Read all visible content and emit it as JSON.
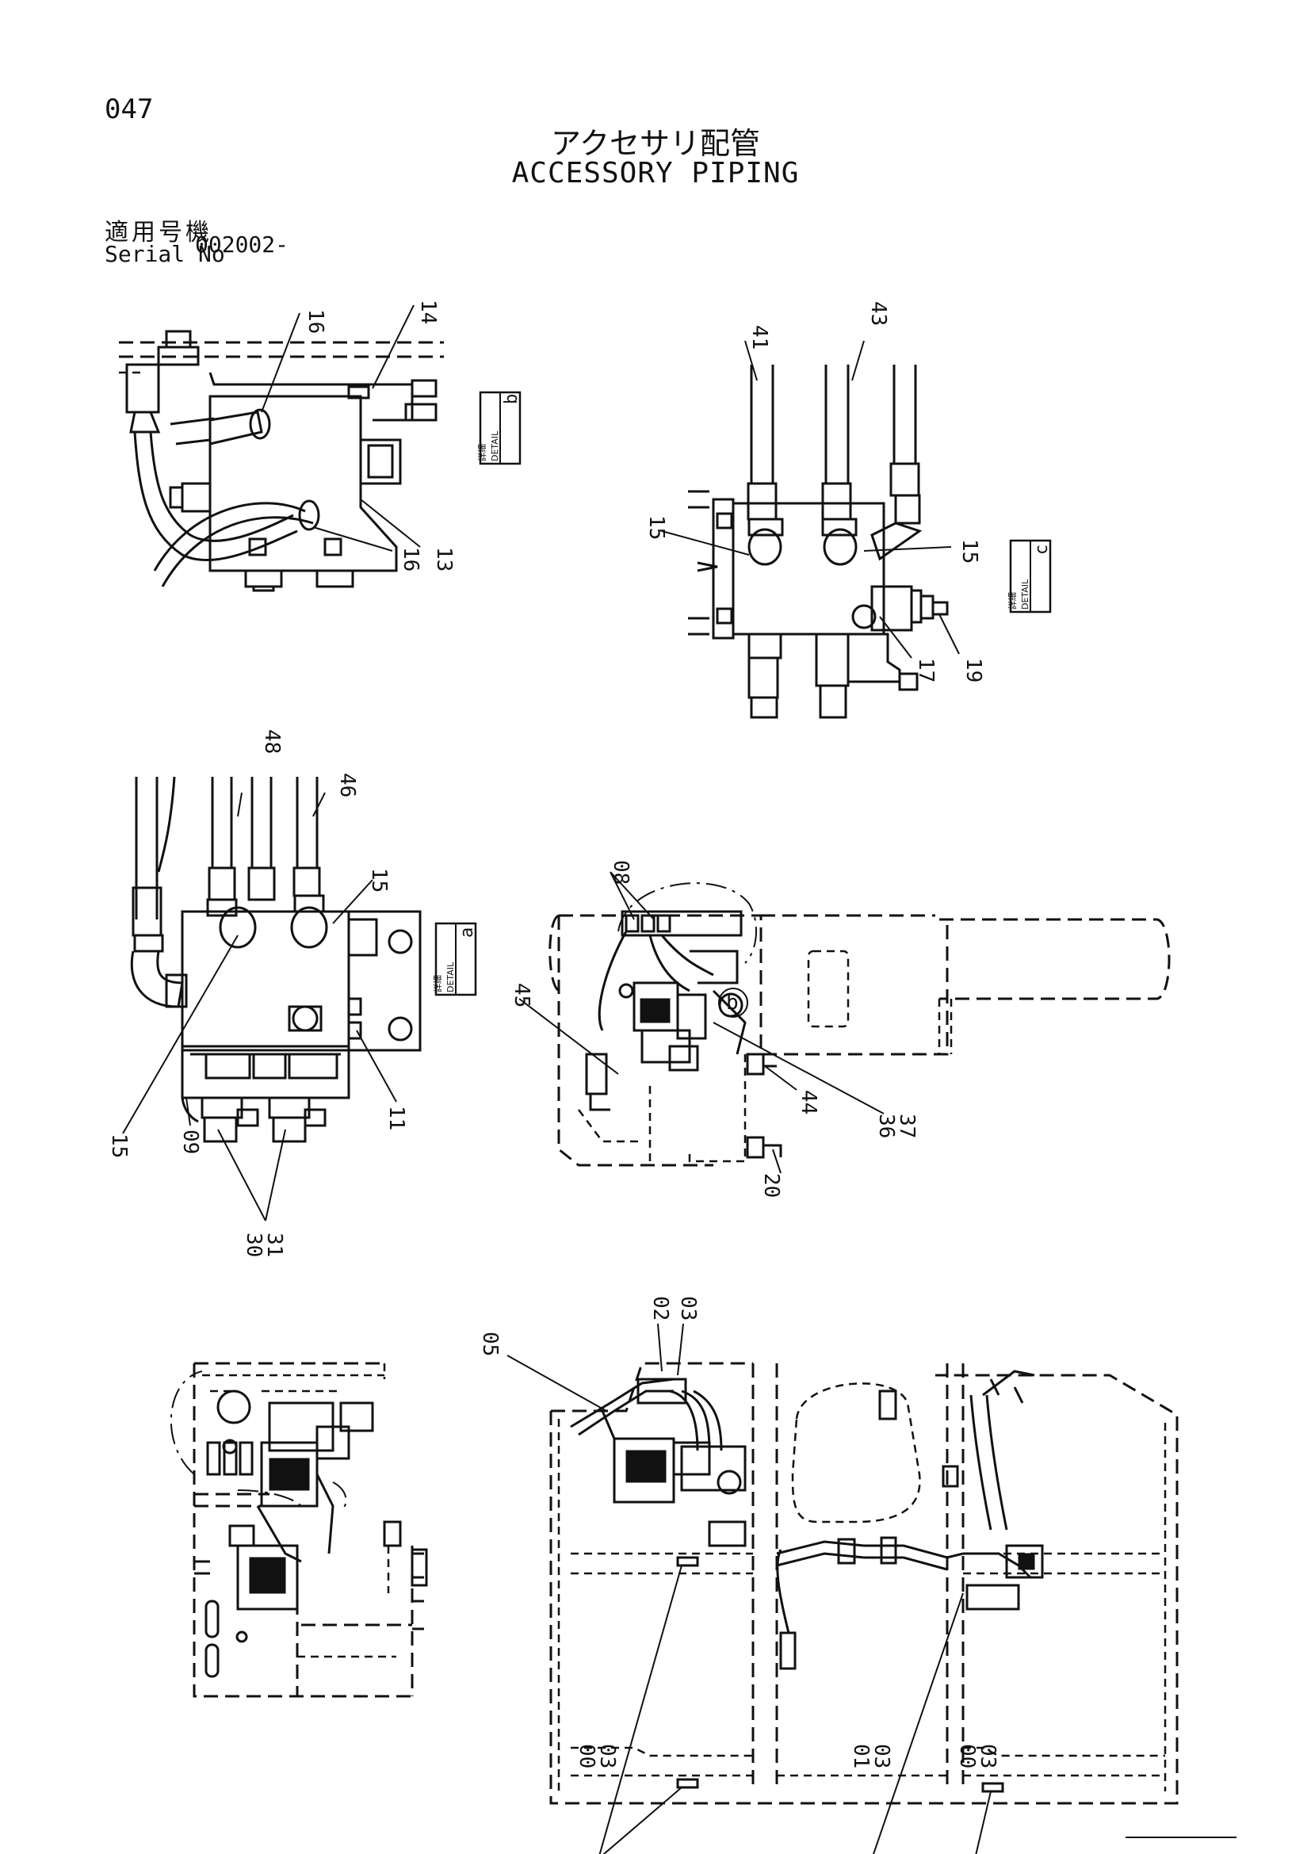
{
  "header": {
    "page_number": "047",
    "title_jp": "アクセサリ配管",
    "title_en": "ACCESSORY PIPING",
    "serial_label_jp": "適用号機",
    "serial_label_en": "Serial No",
    "serial_value": "002002-"
  },
  "details": {
    "b": {
      "label_jp": "詳細",
      "label_en": "DETAIL",
      "letter": "b"
    },
    "c": {
      "label_jp": "詳細",
      "label_en": "DETAIL",
      "letter": "c"
    },
    "a": {
      "label_jp": "詳細",
      "label_en": "DETAIL",
      "letter": "a"
    }
  },
  "callouts": {
    "detail_b": [
      "16",
      "14",
      "16",
      "13"
    ],
    "detail_c": [
      "41",
      "43",
      "15",
      "15",
      "17",
      "19"
    ],
    "detail_a": [
      "48",
      "46",
      "15",
      "15",
      "09",
      "11",
      "30",
      "31"
    ],
    "mid_view": [
      "08",
      "45",
      "b",
      "44",
      "36",
      "37",
      "20"
    ],
    "bottom_view": [
      "02",
      "03",
      "05",
      "00",
      "03",
      "01",
      "03",
      "00",
      "03"
    ]
  }
}
